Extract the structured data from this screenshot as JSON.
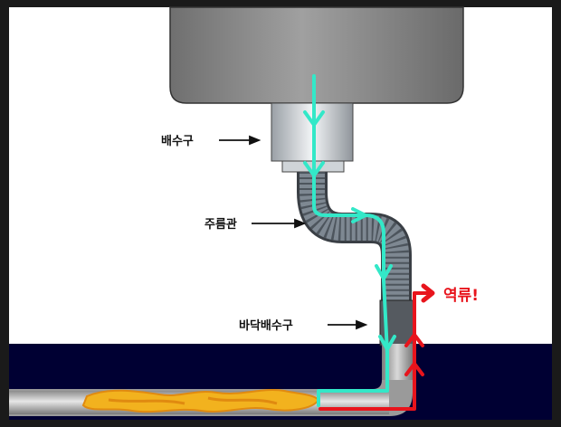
{
  "labels": {
    "drain_outlet": "배수구",
    "corrugated_pipe": "주름관",
    "floor_drain": "바닥배수구",
    "backflow": "역류!"
  },
  "colors": {
    "frame": "#1a1a1a",
    "background": "#ffffff",
    "sink": "#8a8a8a",
    "floor": "#000033",
    "flow_arrow": "#33e8c8",
    "backflow_arrow": "#e8141c",
    "grease": "#f2b21e"
  }
}
